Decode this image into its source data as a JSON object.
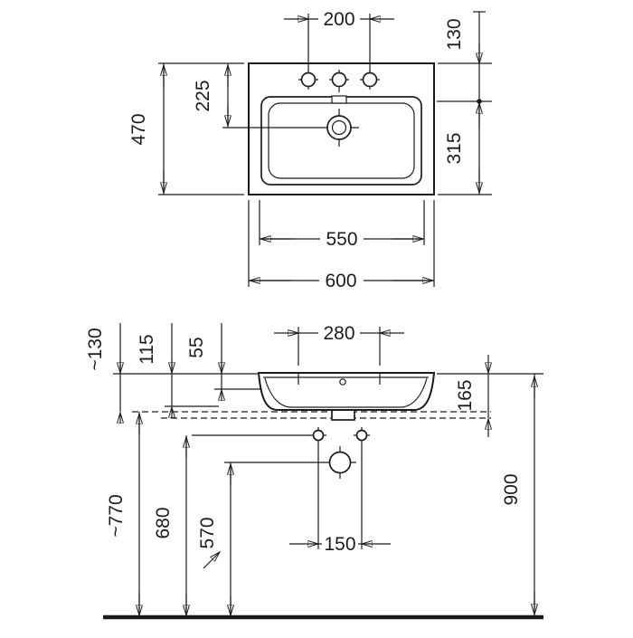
{
  "top_view": {
    "tap_spacing": "200",
    "rear_edge_to_bowl": "130",
    "rear_edge_to_drain": "225",
    "overall_depth": "470",
    "bowl_to_front_edge": "315",
    "bowl_width": "550",
    "overall_width": "600"
  },
  "front_view": {
    "tap_spacing": "280",
    "rim_to_console_top": "~130",
    "rim_drop_115": "115",
    "rim_drop_55": "55",
    "rim_to_console_underside": "165",
    "floor_to_console": "~770",
    "floor_to_fixing_holes": "680",
    "floor_to_drain": "570",
    "fixing_hole_spacing": "150",
    "floor_to_rim": "900"
  },
  "colors": {
    "line": "#1c1c1c",
    "background": "#ffffff"
  }
}
